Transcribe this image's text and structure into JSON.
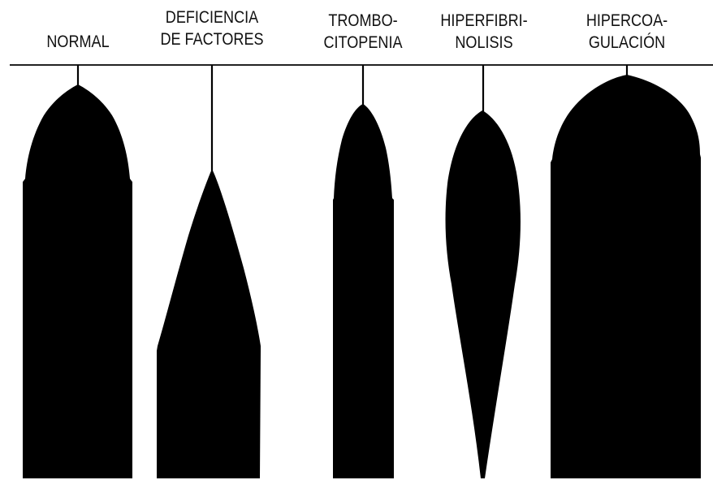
{
  "patterns": [
    {
      "id": "normal",
      "label_lines": [
        "NORMAL"
      ]
    },
    {
      "id": "deficiencia",
      "label_lines": [
        "DEFICIENCIA",
        "DE FACTORES"
      ]
    },
    {
      "id": "trombocitopenia",
      "label_lines": [
        "TROMBO-",
        "CITOPENIA"
      ]
    },
    {
      "id": "hiperfibrinolisis",
      "label_lines": [
        "HIPERFIBRI-",
        "NOLISIS"
      ]
    },
    {
      "id": "hipercoagulacion",
      "label_lines": [
        "HIPERCOA-",
        "GULACIÓN"
      ]
    }
  ],
  "colors": {
    "shape": "#000000",
    "text": "#111111",
    "background": "#ffffff"
  }
}
